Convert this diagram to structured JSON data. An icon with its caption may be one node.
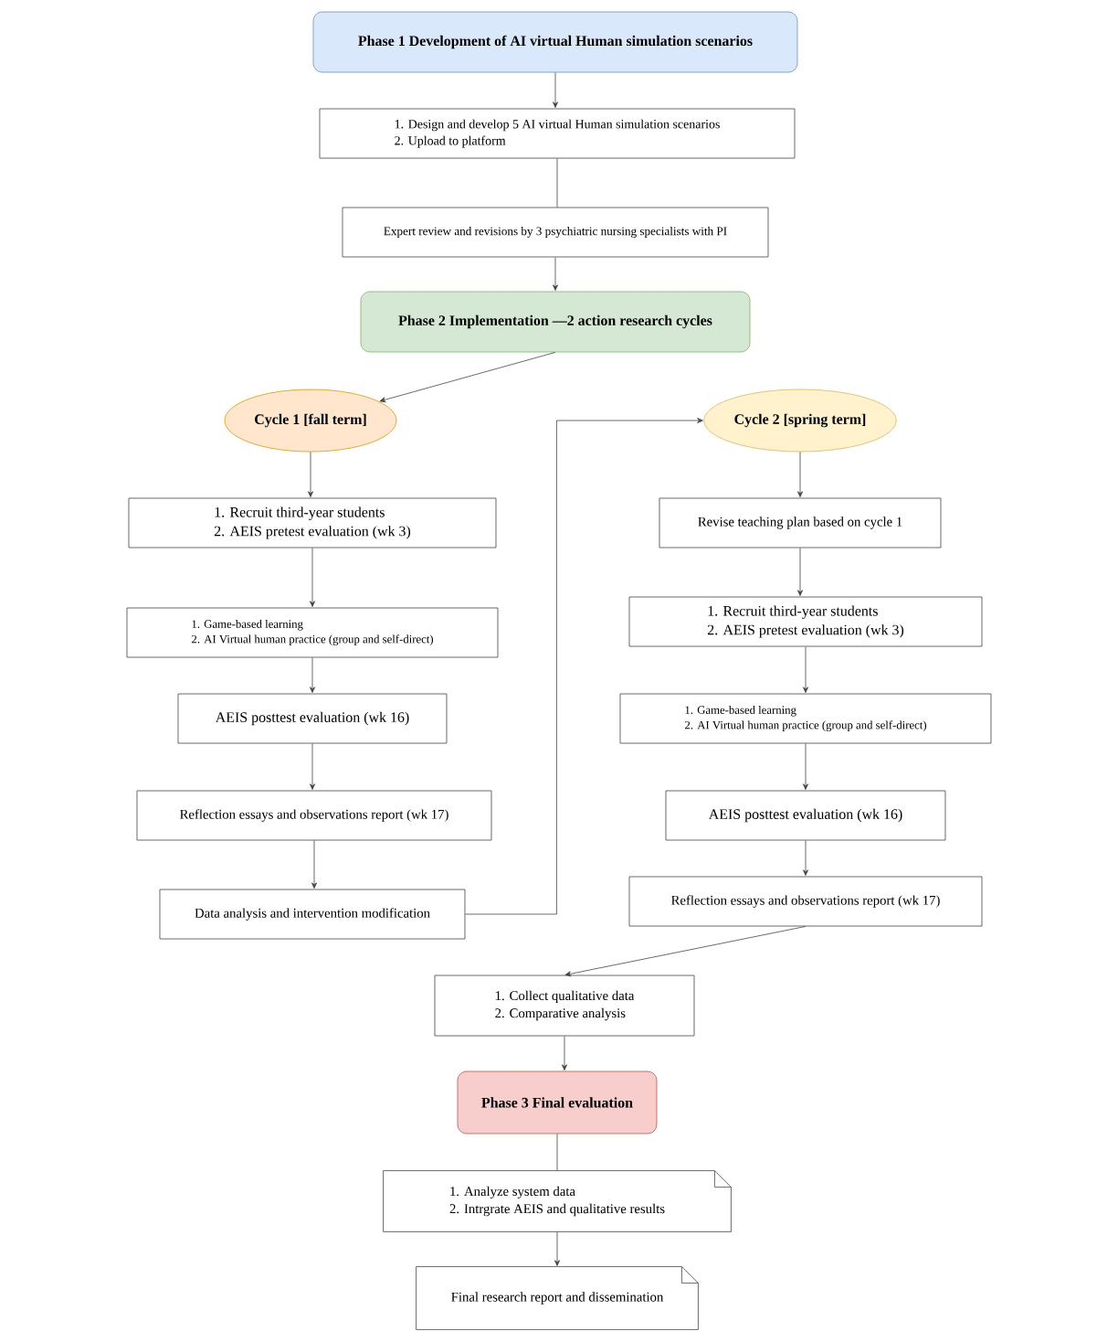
{
  "diagram": {
    "nodes": [
      {
        "text": [
          "Phase 1 Development of AI virtual Human simulation scenarios"
        ]
      },
      {
        "text": [
          "1. Design and develop 5 AI virtual Human simulation scenarios",
          "2. Upload to platform"
        ]
      },
      {
        "text": [
          "Expert review and revisions by 3 psychiatric nursing specialists with PI"
        ]
      },
      {
        "text": [
          "Phase 2  Implementation —2 action research cycles"
        ]
      },
      {
        "text": [
          "Cycle 1 [fall term]"
        ]
      },
      {
        "text": [
          "1. Recruit third-year students",
          "2. AEIS pretest evaluation (wk 3)"
        ]
      },
      {
        "text": [
          "1. Game-based learning",
          "2. AI Virtual human practice (group and self-direct)"
        ]
      },
      {
        "text": [
          "AEIS  posttest evaluation (wk 16)"
        ]
      },
      {
        "text": [
          "Reflection essays and observations report (wk 17)"
        ]
      },
      {
        "text": [
          "Data analysis and intervention modification"
        ]
      },
      {
        "text": [
          "Cycle 2 [spring term]"
        ]
      },
      {
        "text": [
          "Revise teaching plan based on cycle 1"
        ]
      },
      {
        "text": [
          "1. Recruit third-year students",
          "2. AEIS pretest evaluation (wk 3)"
        ]
      },
      {
        "text": [
          "1. Game-based learning",
          "2. AI Virtual human practice (group and self-direct)"
        ]
      },
      {
        "text": [
          "AEIS  posttest evaluation (wk 16)"
        ]
      },
      {
        "text": [
          "Reflection essays and observations report (wk 17)"
        ]
      },
      {
        "text": [
          "1. Collect qualitative data",
          "2. Comparative analysis"
        ]
      },
      {
        "text": [
          "Phase 3  Final evaluation"
        ]
      },
      {
        "text": [
          "1. Analyze system data",
          "2. Intrgrate AEIS and qualitative results"
        ]
      },
      {
        "text": [
          "Final research report and dissemination"
        ]
      }
    ],
    "edges": [
      {
        "from": 0,
        "to": 1,
        "arrow": "to"
      },
      {
        "from": 1,
        "to": 2,
        "arrow": "none"
      },
      {
        "from": 2,
        "to": 3,
        "arrow": "to"
      },
      {
        "from": 3,
        "to": 4,
        "arrow": "to"
      },
      {
        "from": 4,
        "to": 5,
        "arrow": "to"
      },
      {
        "from": 5,
        "to": 6,
        "arrow": "to"
      },
      {
        "from": 6,
        "to": 7,
        "arrow": "to"
      },
      {
        "from": 7,
        "to": 8,
        "arrow": "to"
      },
      {
        "from": 8,
        "to": 9,
        "arrow": "to"
      },
      {
        "from": 9,
        "to": 10,
        "arrow": "to"
      },
      {
        "from": 10,
        "to": 11,
        "arrow": "to"
      },
      {
        "from": 11,
        "to": 12,
        "arrow": "to"
      },
      {
        "from": 12,
        "to": 13,
        "arrow": "to"
      },
      {
        "from": 13,
        "to": 14,
        "arrow": "to"
      },
      {
        "from": 14,
        "to": 15,
        "arrow": "to"
      },
      {
        "from": 15,
        "to": 16,
        "arrow": "to"
      },
      {
        "from": 16,
        "to": 17,
        "arrow": "to"
      },
      {
        "from": 17,
        "to": 18,
        "arrow": "none"
      },
      {
        "from": 18,
        "to": 19,
        "arrow": "to"
      }
    ]
  }
}
